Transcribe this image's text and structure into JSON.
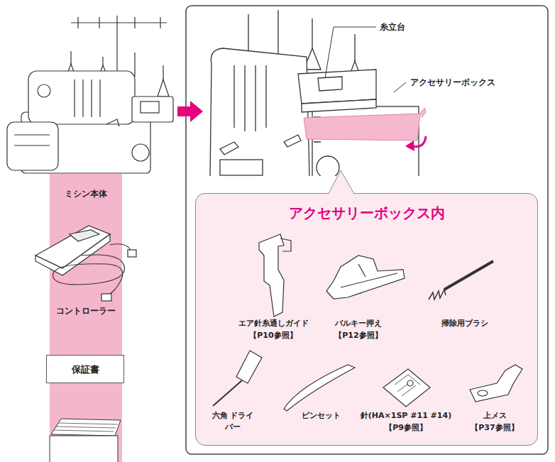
{
  "diagram": {
    "nodes": [
      {
        "text": [
          "ミシン本体",
          "コントローラー"
        ]
      },
      {
        "text": [
          "保証書"
        ],
        "in": 0
      },
      {
        "text": [
          "アクセサリーボックス内"
        ]
      }
    ],
    "labels": [
      "糸立台",
      "アクセサリーボックス",
      "エア針糸通しガイド",
      "【P10参照】",
      "バルキー押え",
      "【P12参照】",
      "掃除用ブラシ",
      "六角 ドライバー",
      "ピンセット",
      "針(HA×1SP #11 #14)",
      "【P9参照】",
      "上メス",
      "【P37参照】"
    ]
  }
}
